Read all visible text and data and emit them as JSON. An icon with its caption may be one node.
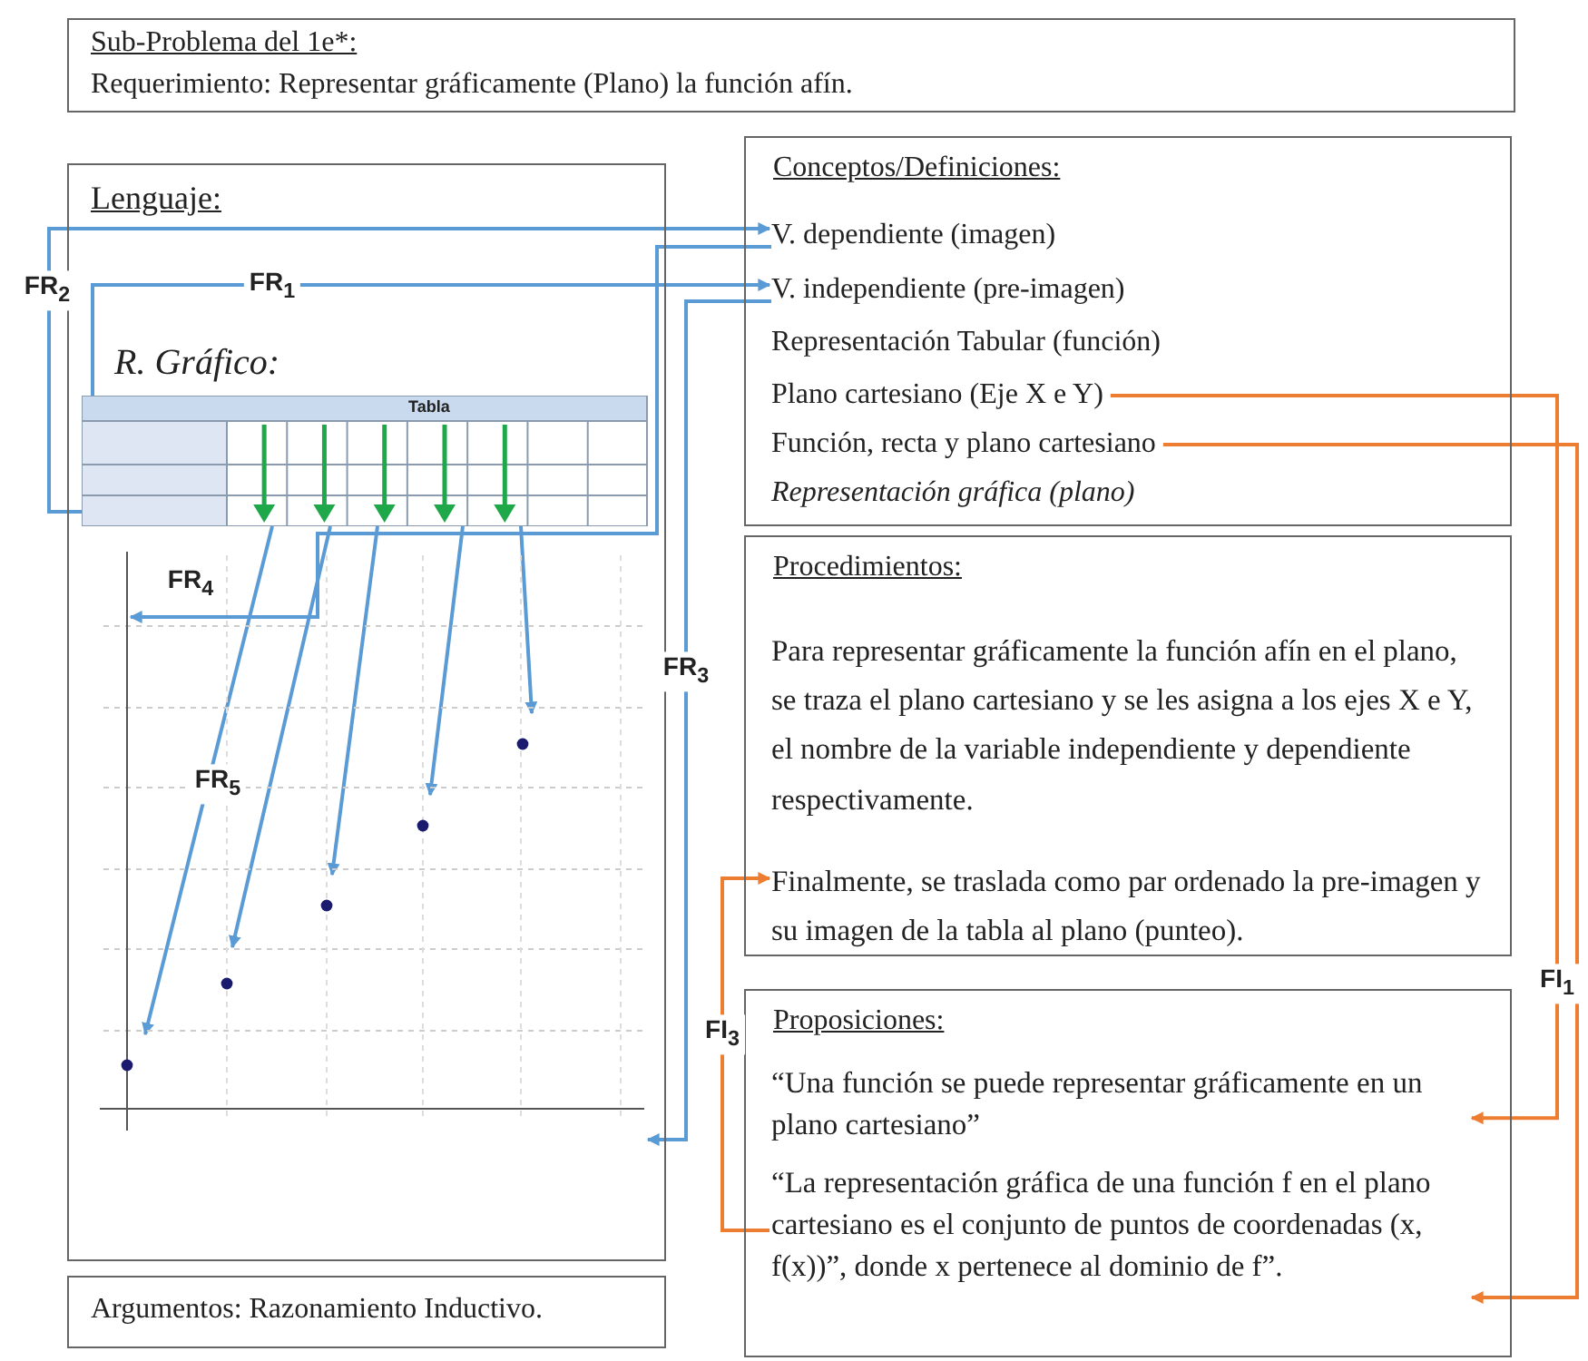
{
  "diagram": {
    "nodes": [
      {
        "text": [
          "Sub-Problema del 1e*:",
          "Requerimiento: Representar gráficamente (Plano) la función afín."
        ]
      },
      {
        "text": [
          "Lenguaje:",
          "R. Gráfico:"
        ]
      },
      {
        "text": [
          "Tabla"
        ],
        "in": 1
      },
      {
        "text": [],
        "shape": "picture",
        "in": 1
      },
      {
        "text": [
          "Argumentos: Razonamiento Inductivo."
        ]
      },
      {
        "text": [
          "Conceptos/Definiciones:"
        ]
      },
      {
        "text": [
          "V. dependiente (imagen)"
        ],
        "in": 5
      },
      {
        "text": [
          "V. independiente (pre-imagen)"
        ],
        "in": 5
      },
      {
        "text": [
          "Representación Tabular (función)"
        ],
        "in": 5
      },
      {
        "text": [
          "Plano cartesiano (Eje X e Y)"
        ],
        "in": 5
      },
      {
        "text": [
          "Función, recta y plano cartesiano"
        ],
        "in": 5
      },
      {
        "text": [
          "Representación gráfica (plano)"
        ],
        "in": 5
      },
      {
        "text": [
          "Procedimientos:"
        ]
      },
      {
        "text": [
          "Para representar gráficamente la función afín en el plano, se traza el plano cartesiano y se les asigna a los ejes X e Y, el nombre de la variable independiente y dependiente respectivamente."
        ],
        "in": 12
      },
      {
        "text": [
          "Finalmente, se traslada como par ordenado la pre-imagen y su imagen de la tabla al plano (punteo)."
        ],
        "in": 12
      },
      {
        "text": [
          "Proposiciones:"
        ]
      },
      {
        "text": [
          "“Una función se puede representar gráficamente en un plano cartesiano”"
        ],
        "in": 15
      },
      {
        "text": [
          "“La representación gráfica de una función f en el plano cartesiano es el conjunto de puntos de coordenadas (x, f(x))”, donde x pertenece al dominio de f”."
        ],
        "in": 15
      }
    ],
    "edges": [
      {
        "from": 2,
        "to": 6,
        "arrow": "to",
        "label": "FR$_{2}$"
      },
      {
        "from": 2,
        "to": 7,
        "arrow": "to",
        "label": "FR$_{1}$"
      },
      {
        "from": 6,
        "to": 3,
        "arrow": "to",
        "label": "FR$_{4}$"
      },
      {
        "from": 7,
        "to": 3,
        "arrow": "to",
        "label": "FR$_{3}$"
      },
      {
        "from": 2,
        "to": 3,
        "arrow": "to",
        "label": "FR$_{5}$"
      },
      {
        "from": 2,
        "to": 3,
        "arrow": "to"
      },
      {
        "from": 2,
        "to": 3,
        "arrow": "to"
      },
      {
        "from": 2,
        "to": 3,
        "arrow": "to"
      },
      {
        "from": 2,
        "to": 3,
        "arrow": "to"
      },
      {
        "from": 9,
        "to": 16,
        "arrow": "to",
        "label": "FI$_{1}$",
        "color": "#ed7d31"
      },
      {
        "from": 10,
        "to": 17,
        "arrow": "to",
        "color": "#ed7d31"
      },
      {
        "from": 17,
        "to": 14,
        "arrow": "to",
        "label": "FI$_{3}$",
        "color": "#ed7d31"
      }
    ]
  }
}
